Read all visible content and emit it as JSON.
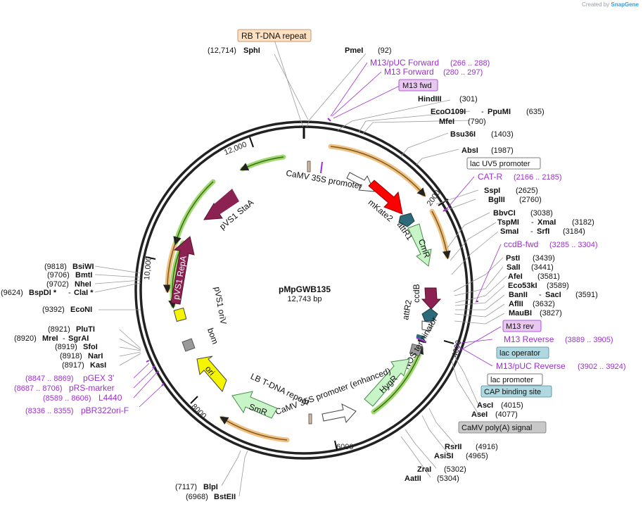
{
  "credit": {
    "prefix": "Created by",
    "brand": "SnapGene"
  },
  "plasmid": {
    "name": "pMpGWB135",
    "size": "12,743 bp"
  },
  "colors": {
    "backbone": "#222222",
    "primer": "#9b30d0",
    "label_text": "#111111",
    "mkate2": "#ff0000",
    "pvs1": "#8b2252",
    "cmr_hygr_smr": "#c8f5c8",
    "ccdb": "#8b2252",
    "att": "#2e6b7a",
    "ori": "#f5f500",
    "orange_feature": "#f0c080",
    "green_feature": "#9fd870",
    "promoter_box": "#ffffff",
    "misc_box_blue": "#b0d8e0",
    "misc_box_gray": "#c8c8c8",
    "rb_box": "#ffe0c0"
  },
  "ticks": [
    "12,000",
    "2000",
    "4000",
    "6000",
    "8000",
    "10,000"
  ],
  "inner_labels": {
    "camv_35s": "CaMV 35S promoter",
    "mkate2": "mKate2",
    "attr1": "attR1",
    "cmr": "CmR",
    "ccdb": "ccdB",
    "attr2": "attR2",
    "nos": "NOS terminator",
    "camv_enh": "CaMV 35S promoter (enhanced)",
    "hygr": "HygR",
    "lb": "LB T-DNA repeat",
    "smr": "SmR",
    "ori": "ori",
    "bom": "bom",
    "pvs1_oriv": "pVS1 oriV",
    "pvs1_repa": "pVS1 RepA",
    "pvs1_staa": "pVS1 StaA"
  },
  "top_labels": {
    "rb": "RB T-DNA repeat",
    "sphi": {
      "name": "SphI",
      "pos": "(12,714)"
    },
    "pmei": {
      "name": "PmeI",
      "pos": "(92)"
    },
    "m13puc_fwd": {
      "name": "M13/pUC Forward",
      "pos": "(266 .. 288)"
    },
    "m13_fwd": {
      "name": "M13 Forward",
      "pos": "(280 .. 297)"
    },
    "m13fwd_box": "M13 fwd"
  },
  "right_labels": [
    {
      "name": "HindIII",
      "pos": "(301)"
    },
    {
      "name": "EcoO109I",
      "sep": "-",
      "name2": "PpuMI",
      "pos": "(635)"
    },
    {
      "name": "MfeI",
      "pos": "(790)"
    },
    {
      "name": "Bsu36I",
      "pos": "(1403)"
    },
    {
      "name": "AbsI",
      "pos": "(1987)"
    },
    {
      "box": "lac UV5 promoter"
    },
    {
      "primer": "CAT-R",
      "pos": "(2166 .. 2185)"
    },
    {
      "name": "SspI",
      "pos": "(2625)"
    },
    {
      "name": "BglII",
      "pos": "(2760)"
    },
    {
      "name": "BbvCI",
      "pos": "(3038)"
    },
    {
      "name": "TspMI",
      "sep": "-",
      "name2": "XmaI",
      "pos": "(3182)"
    },
    {
      "name": "SmaI",
      "sep": "-",
      "name2": "SrfI",
      "pos": "(3184)"
    },
    {
      "primer": "ccdB-fwd",
      "pos": "(3285 .. 3304)"
    },
    {
      "name": "PstI",
      "pos": "(3439)"
    },
    {
      "name": "SalI",
      "pos": "(3441)"
    },
    {
      "name": "AfeI",
      "pos": "(3581)"
    },
    {
      "name": "Eco53kI",
      "pos": "(3589)"
    },
    {
      "name": "BanII",
      "sep": "-",
      "name2": "SacI",
      "pos": "(3591)"
    },
    {
      "name": "AflII",
      "pos": "(3632)"
    },
    {
      "name": "MauBI",
      "pos": "(3827)"
    },
    {
      "box": "M13 rev"
    },
    {
      "primer": "M13 Reverse",
      "pos": "(3889 .. 3905)"
    },
    {
      "box": "lac operator"
    },
    {
      "primer": "M13/pUC Reverse",
      "pos": "(3902 .. 3924)"
    },
    {
      "box": "lac promoter"
    },
    {
      "box": "CAP binding site"
    },
    {
      "name": "AscI",
      "pos": "(4015)"
    },
    {
      "name": "AseI",
      "pos": "(4077)"
    },
    {
      "box": "CaMV poly(A) signal"
    },
    {
      "name": "RsrII",
      "pos": "(4916)"
    },
    {
      "name": "AsiSI",
      "pos": "(4965)"
    },
    {
      "name": "ZraI",
      "pos": "(5302)"
    },
    {
      "name": "AatII",
      "pos": "(5304)"
    }
  ],
  "left_labels": [
    {
      "name": "BsiWI",
      "pos": "(9818)"
    },
    {
      "name": "BmtI",
      "pos": "(9706)"
    },
    {
      "name": "NheI",
      "pos": "(9702)"
    },
    {
      "name": "BspDI *",
      "sep": "-",
      "name2": "ClaI *",
      "pos": "(9624)"
    },
    {
      "name": "EcoNI",
      "pos": "(9392)"
    },
    {
      "name": "PluTI",
      "pos": "(8921)"
    },
    {
      "name": "MreI",
      "sep": "-",
      "name2": "SgrAI",
      "pos": "(8920)"
    },
    {
      "name": "SfoI",
      "pos": "(8919)"
    },
    {
      "name": "NarI",
      "pos": "(8918)"
    },
    {
      "name": "KasI",
      "pos": "(8917)"
    },
    {
      "primer": "pGEX 3'",
      "pos": "(8847 .. 8869)"
    },
    {
      "primer": "pRS-marker",
      "pos": "(8687 .. 8706)"
    },
    {
      "primer": "L4440",
      "pos": "(8589 .. 8606)"
    },
    {
      "primer": "pBR322ori-F",
      "pos": "(8336 .. 8355)"
    }
  ],
  "bottom_labels": [
    {
      "name": "BlpI",
      "pos": "(7117)"
    },
    {
      "name": "BstEII",
      "pos": "(6968)"
    }
  ]
}
